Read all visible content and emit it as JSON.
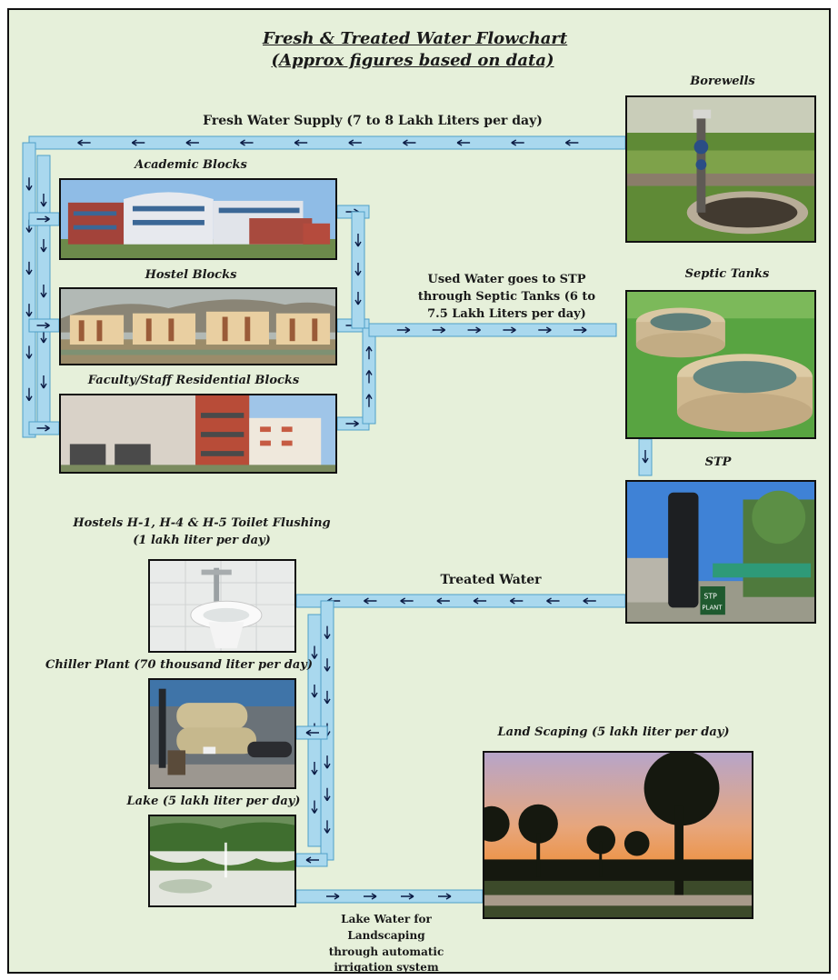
{
  "title": {
    "line1": "Fresh & Treated Water Flowchart",
    "line2": "(Approx figures based on data)"
  },
  "labels": {
    "borewells": "Borewells",
    "fresh_supply": "Fresh Water Supply (7 to 8 Lakh Liters per day)",
    "academic": "Academic Blocks",
    "hostel": "Hostel Blocks",
    "faculty": "Faculty/Staff Residential Blocks",
    "used_water": [
      "Used Water goes to STP",
      "through Septic Tanks (6 to",
      "7.5 Lakh Liters per day)"
    ],
    "septic": "Septic Tanks",
    "stp": "STP",
    "toilet": [
      "Hostels H-1, H-4 & H-5 Toilet Flushing",
      "(1 lakh liter per day)"
    ],
    "treated": "Treated Water",
    "chiller": "Chiller Plant (70 thousand liter per day)",
    "landscaping": "Land Scaping (5 lakh liter per day)",
    "lake": "Lake (5 lakh liter per day)",
    "lake_water": [
      "Lake Water for",
      "Landscaping",
      "through automatic",
      "irrigation system"
    ]
  },
  "photo_text": {
    "stp_sign": [
      "STP",
      "PLANT"
    ]
  },
  "colors": {
    "background": "#e6f0da",
    "pipe": "#a9d8ee",
    "pipe_edge": "#4f9fc8",
    "arrow": "#0b1b44"
  }
}
